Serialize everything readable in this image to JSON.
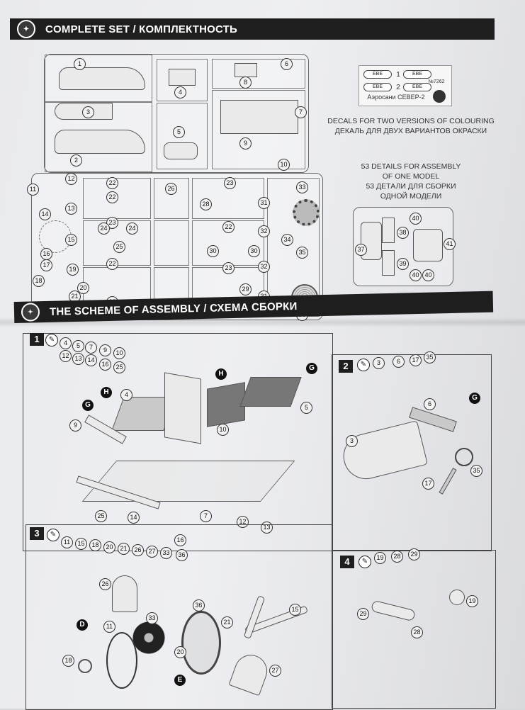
{
  "header": {
    "complete_set_title": "COMPLETE SET / КОМПЛЕКТНОСТЬ",
    "assembly_title": "THE SCHEME OF ASSEMBLY / СХЕМА СБОРКИ"
  },
  "decals": {
    "model_name": "Аэросани СЕВЕР-2",
    "catalog_no": "№7262",
    "version_1": "1",
    "version_2": "2",
    "caption_en": "DECALS FOR TWO VERSIONS OF COLOURING",
    "caption_ru": "ДЕКАЛЬ ДЛЯ ДВУХ ВАРИАНТОВ ОКРАСКИ"
  },
  "details": {
    "line1": "53 DETAILS FOR ASSEMBLY",
    "line2": "OF ONE MODEL",
    "line3": "53 ДЕТАЛИ ДЛЯ СБОРКИ",
    "line4": "ОДНОЙ МОДЕЛИ"
  },
  "sprue_a_numbers": [
    "1",
    "2",
    "3",
    "4",
    "5",
    "6",
    "7",
    "8",
    "9",
    "10"
  ],
  "sprue_b_numbers": [
    "11",
    "12",
    "13",
    "14",
    "15",
    "16",
    "17",
    "18",
    "19",
    "20",
    "21",
    "22",
    "22",
    "22",
    "22",
    "22",
    "23",
    "23",
    "23",
    "23",
    "24",
    "24",
    "25",
    "26",
    "27",
    "28",
    "29",
    "30",
    "30",
    "31",
    "31",
    "32",
    "32",
    "33",
    "34",
    "35",
    "36"
  ],
  "sprue_c_numbers": [
    "37",
    "38",
    "39",
    "40",
    "40",
    "40",
    "41"
  ],
  "steps": [
    {
      "number": "1",
      "parts": [
        "4",
        "5",
        "7",
        "9",
        "10",
        "12",
        "13",
        "14",
        "16",
        "25"
      ]
    },
    {
      "number": "2",
      "parts": [
        "3",
        "6",
        "17",
        "35"
      ]
    },
    {
      "number": "3",
      "parts": [
        "11",
        "15",
        "18",
        "20",
        "21",
        "26",
        "27",
        "33",
        "36"
      ]
    },
    {
      "number": "4",
      "parts": [
        "19",
        "28",
        "29"
      ]
    }
  ],
  "step1_callouts": [
    "4",
    "9",
    "10",
    "5",
    "7",
    "25",
    "14",
    "12",
    "13",
    "16"
  ],
  "step1_letters": [
    "H",
    "G",
    "H",
    "G"
  ],
  "step2_callouts": [
    "6",
    "3",
    "35",
    "17"
  ],
  "step2_letters": [
    "G"
  ],
  "step3_callouts": [
    "26",
    "33",
    "11",
    "36",
    "21",
    "15",
    "20",
    "18",
    "27"
  ],
  "step3_letters": [
    "D",
    "E"
  ],
  "step4_callouts": [
    "19",
    "29",
    "28"
  ]
}
